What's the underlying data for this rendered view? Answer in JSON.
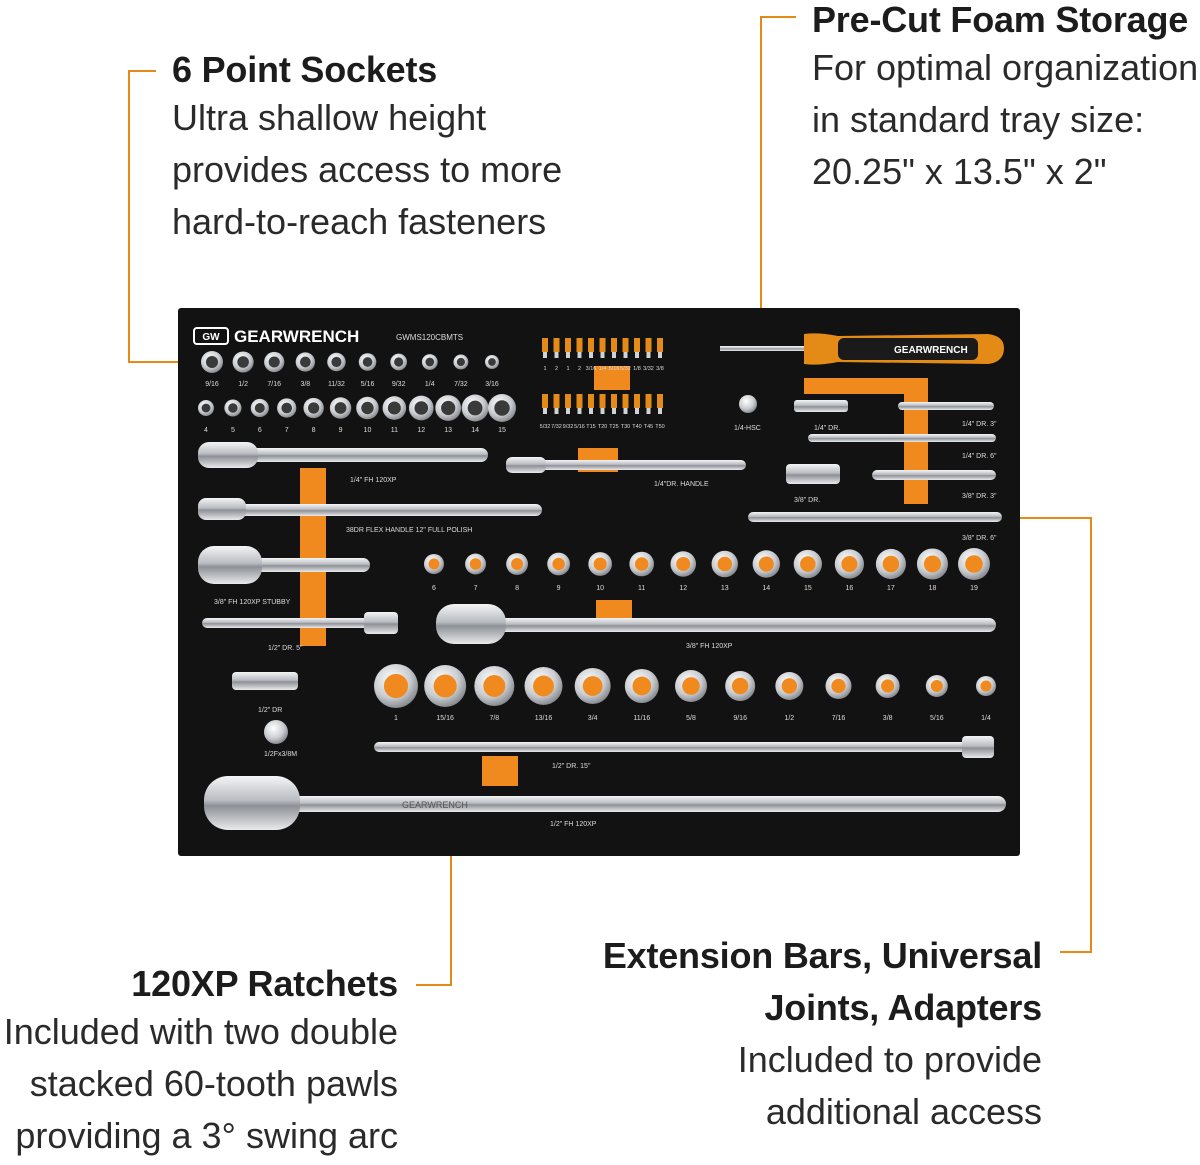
{
  "callouts": {
    "sockets": {
      "title": "6 Point Sockets",
      "lines": [
        "Ultra shallow height",
        "provides access to more",
        "hard-to-reach fasteners"
      ]
    },
    "foam": {
      "title": "Pre-Cut Foam Storage",
      "lines": [
        "For optimal organization",
        "in standard tray size:",
        "20.25\" x 13.5\" x 2\""
      ]
    },
    "ratchets": {
      "title": "120XP Ratchets",
      "lines": [
        "Included with two double",
        "stacked 60-tooth pawls",
        "providing a 3° swing arc"
      ]
    },
    "extensions": {
      "title_lines": [
        "Extension Bars, Universal",
        "Joints, Adapters"
      ],
      "lines": [
        "Included to provide",
        "additional access"
      ]
    }
  },
  "tray": {
    "brand": "GEARWRENCH",
    "logo_mark": "GW",
    "model": "GWMS120CBMTS",
    "driver_brand": "GEARWRENCH",
    "ratchet_brand": "GEARWRENCH",
    "socket_rows": {
      "row1": [
        "9/16",
        "1/2",
        "7/16",
        "3/8",
        "11/32",
        "5/16",
        "9/32",
        "1/4",
        "7/32",
        "3/16"
      ],
      "row2": [
        "4",
        "5",
        "6",
        "7",
        "8",
        "9",
        "10",
        "11",
        "12",
        "13",
        "14",
        "15"
      ],
      "row3": [
        "6",
        "7",
        "8",
        "9",
        "10",
        "11",
        "12",
        "13",
        "14",
        "15",
        "16",
        "17",
        "18",
        "19"
      ],
      "row4": [
        "1",
        "15/16",
        "7/8",
        "13/16",
        "3/4",
        "11/16",
        "5/8",
        "9/16",
        "1/2",
        "7/16",
        "3/8",
        "5/16",
        "1/4"
      ]
    },
    "bits_top": [
      "1",
      "2",
      "1",
      "2",
      "3/16",
      "1/4",
      "5/16",
      "5/32",
      "1/8",
      "3/32",
      "3/8"
    ],
    "bits_bottom": [
      "5/32",
      "7/32",
      "9/32",
      "5/16",
      "T15",
      "T20",
      "T25",
      "T30",
      "T40",
      "T45",
      "T50"
    ],
    "tool_labels": {
      "r14": "1/4\" FH 120XP",
      "handle14": "1/4\"DR. HANDLE",
      "flex38": "38DR FLEX HANDLE 12\" FULL POLISH",
      "stubby": "3/8\" FH 120XP STUBBY",
      "r38": "3/8\" FH 120XP",
      "ext12_5": "1/2\" DR. 5\"",
      "uj12": "1/2\" DR",
      "adapter": "1/2Fx3/8M",
      "ext12_15": "1/2\" DR. 15\"",
      "r12": "1/2\" FH 120XP",
      "hsc": "1/4-HSC",
      "uj14": "1/4\" DR.",
      "uj38": "3/8\" DR.",
      "ext14_3": "1/4\" DR. 3\"",
      "ext14_6": "1/4\" DR. 6\"",
      "ext38_3": "3/8\" DR. 3\"",
      "ext38_6": "3/8\" DR. 6\""
    }
  },
  "colors": {
    "accent": "#e48b17",
    "foam": "#121212",
    "chrome": "#d9dbde",
    "orange_foam": "#f08a1e"
  }
}
